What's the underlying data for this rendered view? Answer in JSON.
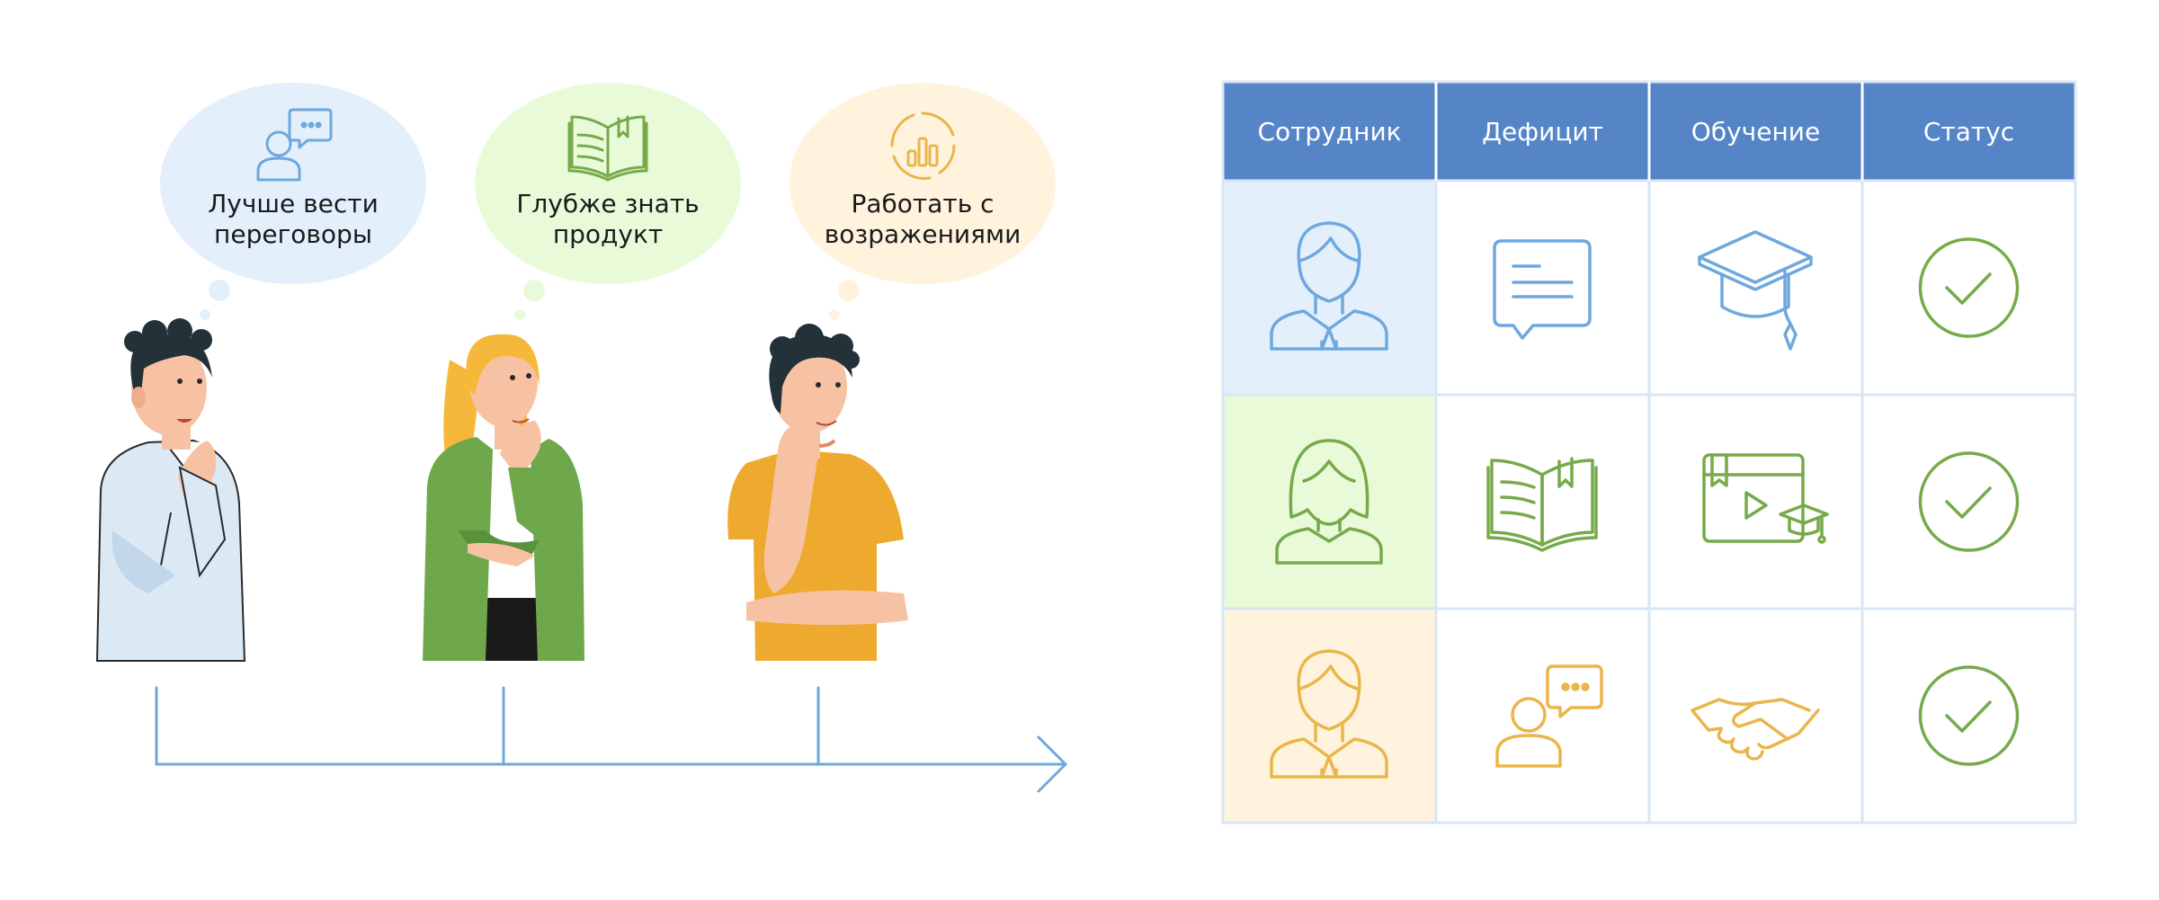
{
  "thoughts": [
    {
      "line1": "Лучше вести",
      "line2": "переговоры",
      "icon": "negotiation-icon",
      "fill": "#e3f0fc",
      "stroke": "#6ea8de"
    },
    {
      "line1": "Глубже знать",
      "line2": "продукт",
      "icon": "book-icon",
      "fill": "#e9fad9",
      "stroke": "#76aa4a"
    },
    {
      "line1": "Работать с",
      "line2": "возражениями",
      "icon": "analytics-chart-icon",
      "fill": "#fff3dd",
      "stroke": "#e9b64a"
    }
  ],
  "table": {
    "headers": [
      "Сотрудник",
      "Дефицит",
      "Обучение",
      "Статус"
    ],
    "header_color": "#5585c7",
    "grid_color": "#d9e6f5",
    "rows": [
      {
        "employee_icon": "male-employee-icon",
        "deficit_icon": "chat-message-icon",
        "training_icon": "graduation-cap-icon",
        "status_icon": "check-circle-icon",
        "color": "#6ea8de",
        "bg": "#e3f0fc"
      },
      {
        "employee_icon": "female-employee-icon",
        "deficit_icon": "open-book-icon",
        "training_icon": "video-course-icon",
        "status_icon": "check-circle-icon",
        "color": "#76aa4a",
        "bg": "#e9fad9"
      },
      {
        "employee_icon": "male-employee-icon",
        "deficit_icon": "speaking-person-icon",
        "training_icon": "handshake-icon",
        "status_icon": "check-circle-icon",
        "color": "#e9b64a",
        "bg": "#fff3dd"
      }
    ],
    "status_color": "#76aa4a"
  },
  "timeline": {
    "color": "#6ea8de"
  },
  "colors": {
    "skin": "#f7c2a3",
    "hair": "#233238",
    "shirt_blue": "#dbe9f5",
    "jacket_green": "#6fa84a",
    "hair_blond": "#f5b83a",
    "shirt_yellow": "#eeaa2e"
  }
}
